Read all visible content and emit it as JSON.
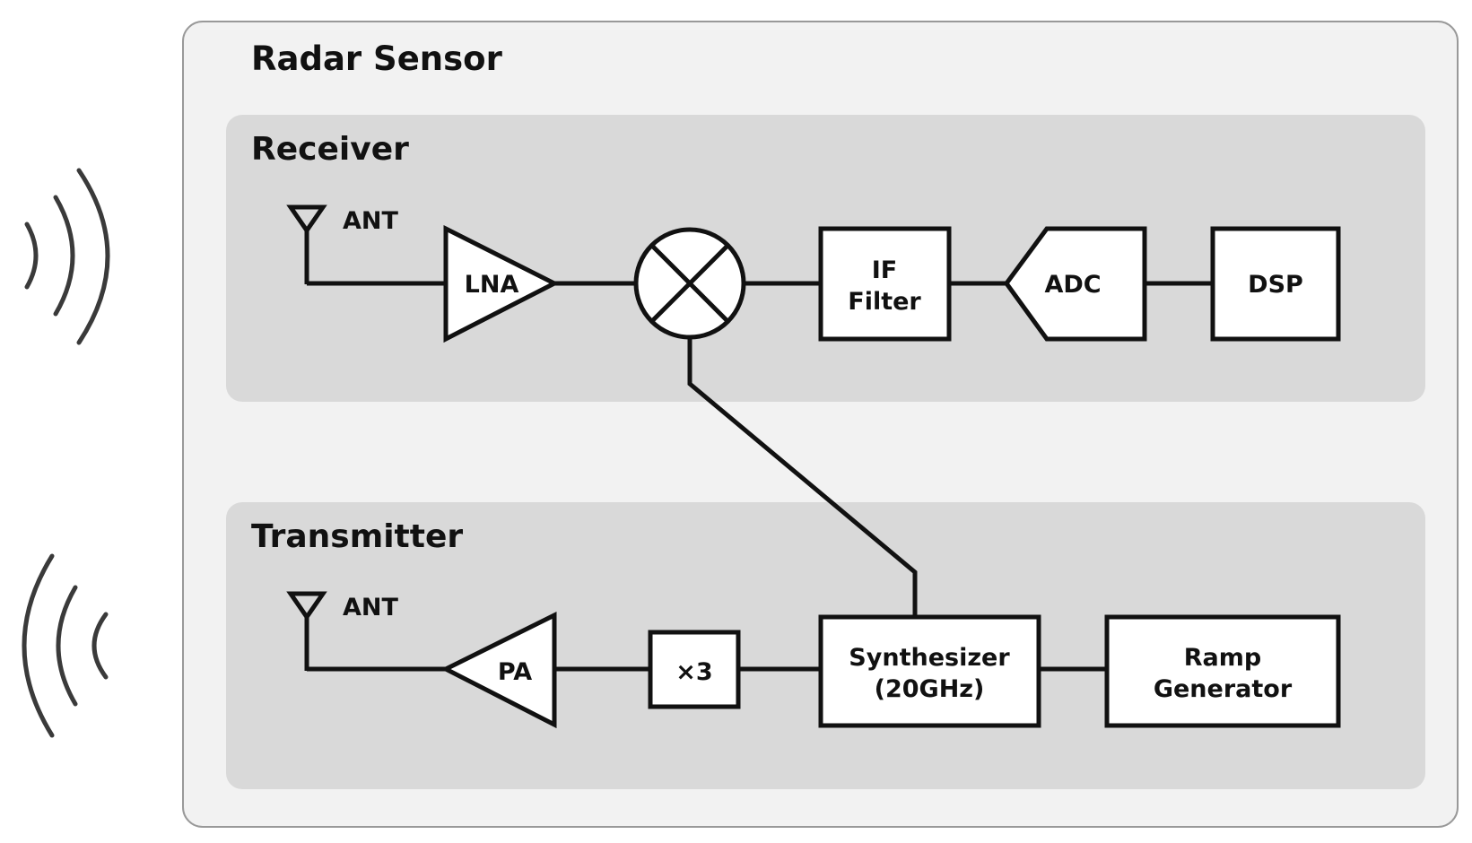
{
  "diagram": {
    "title": "Radar Sensor",
    "receiver": {
      "title": "Receiver",
      "antenna_label": "ANT",
      "lna_label": "LNA",
      "if_filter_line1": "IF",
      "if_filter_line2": "Filter",
      "adc_label": "ADC",
      "dsp_label": "DSP"
    },
    "transmitter": {
      "title": "Transmitter",
      "antenna_label": "ANT",
      "pa_label": "PA",
      "multiplier_label": "×3",
      "synth_line1": "Synthesizer",
      "synth_line2": "(20GHz)",
      "ramp_line1": "Ramp",
      "ramp_line2": "Generator"
    },
    "icons": {
      "incoming": "incoming-wave-icon",
      "outgoing": "outgoing-wave-icon",
      "mixer": "mixer-x-icon",
      "antenna": "antenna-icon"
    },
    "colors": {
      "outer_panel": "#f2f2f2",
      "section_panel": "#d9d9d9",
      "stroke": "#111111"
    }
  }
}
